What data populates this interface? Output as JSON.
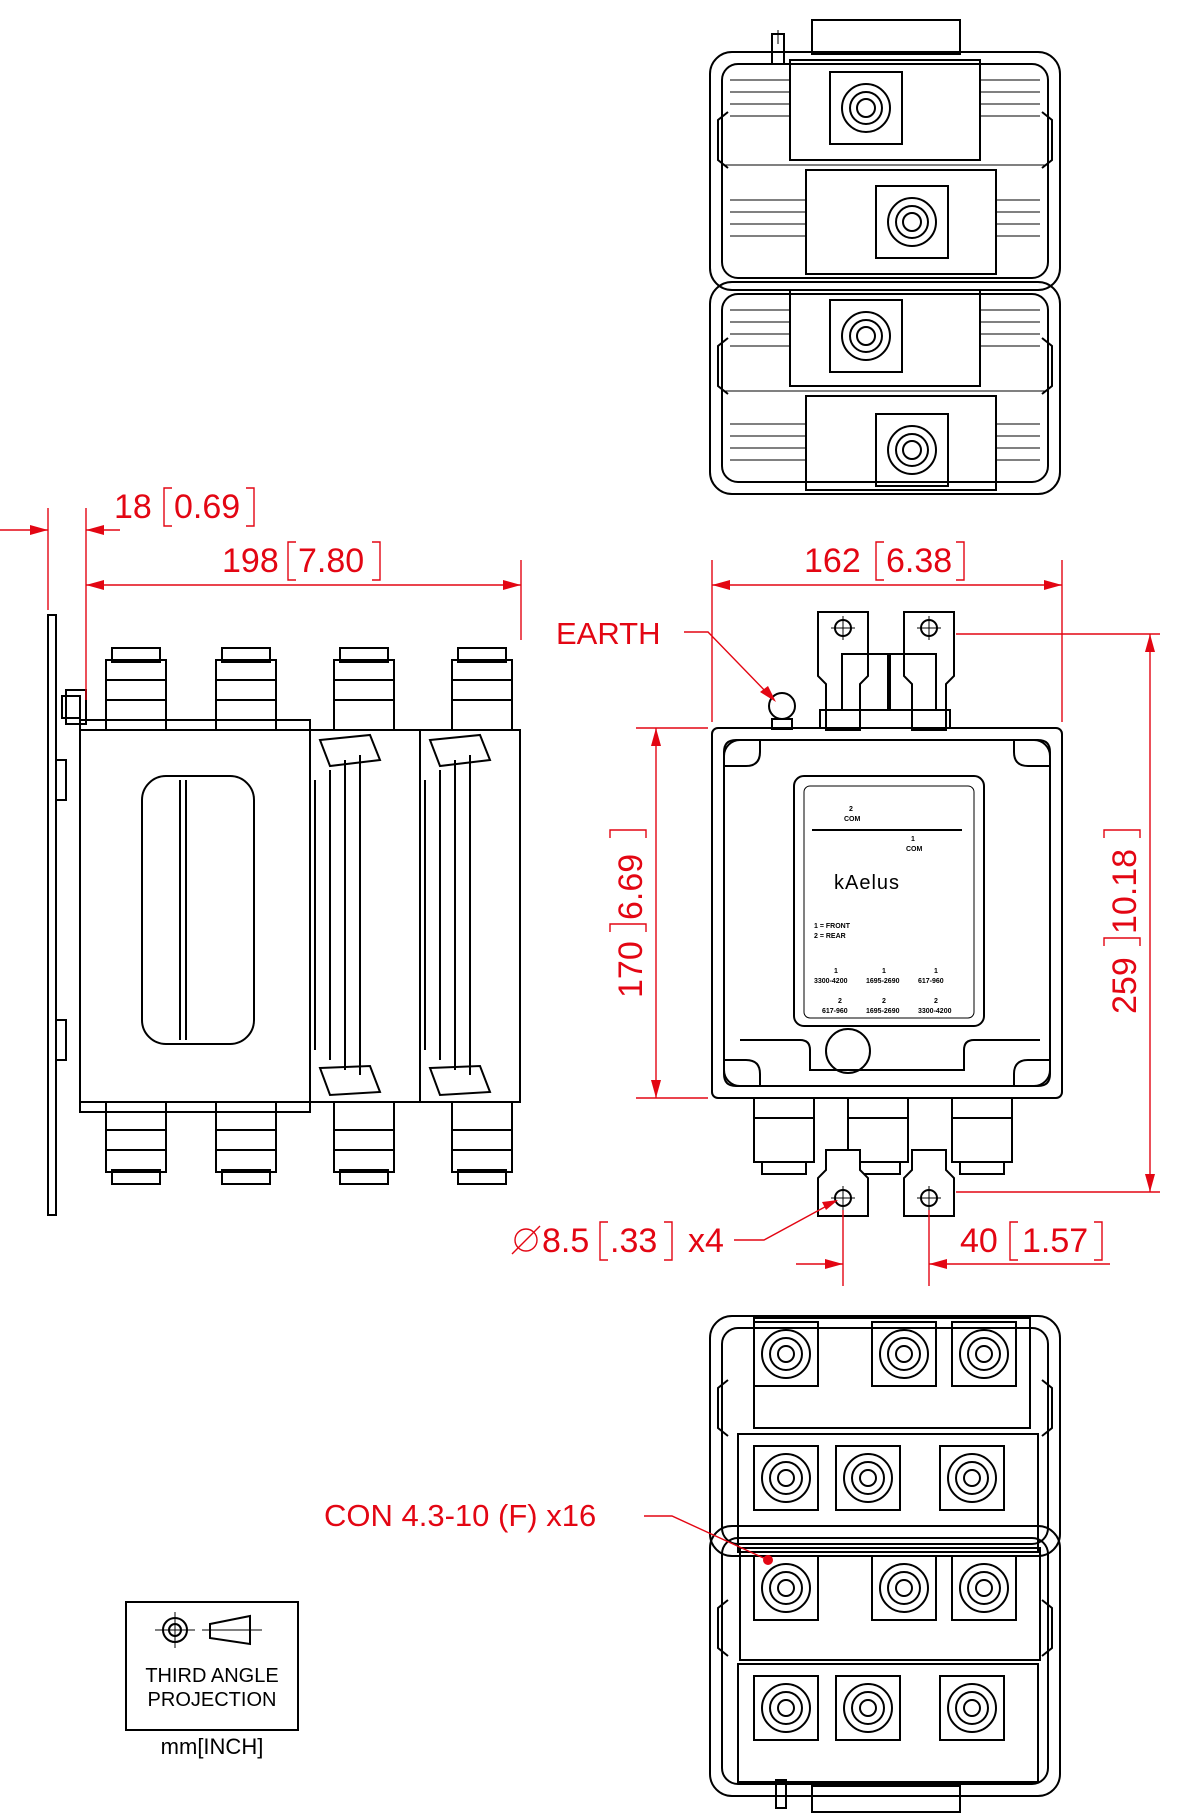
{
  "dimensions": {
    "flange": "18",
    "flange_in": "0.69",
    "depth": "198",
    "depth_in": "7.80",
    "width": "162",
    "width_in": "6.38",
    "body_height": "170",
    "body_height_in": "6.69",
    "overall_height": "259",
    "overall_height_in": "10.18",
    "hole_dia": "8.5",
    "hole_dia_in": ".33",
    "hole_count": "x4",
    "hole_spacing": "40",
    "hole_spacing_in": "1.57"
  },
  "callouts": {
    "earth": "EARTH",
    "connectors": "CON 4.3-10 (F) x16"
  },
  "label_plate": {
    "port2_num": "2",
    "port2_com": "COM",
    "port1_num": "1",
    "port1_com": "COM",
    "brand": "kAelus",
    "legend_front": "1 = FRONT",
    "legend_rear": "2 = REAR",
    "bands_1": [
      {
        "n": "1",
        "f": "3300-4200"
      },
      {
        "n": "1",
        "f": "1695-2690"
      },
      {
        "n": "1",
        "f": "617-960"
      }
    ],
    "bands_2": [
      {
        "n": "2",
        "f": "617-960"
      },
      {
        "n": "2",
        "f": "1695-2690"
      },
      {
        "n": "2",
        "f": "3300-4200"
      }
    ]
  },
  "projection": {
    "line1": "THIRD ANGLE",
    "line2": "PROJECTION",
    "units": "mm[INCH]"
  }
}
